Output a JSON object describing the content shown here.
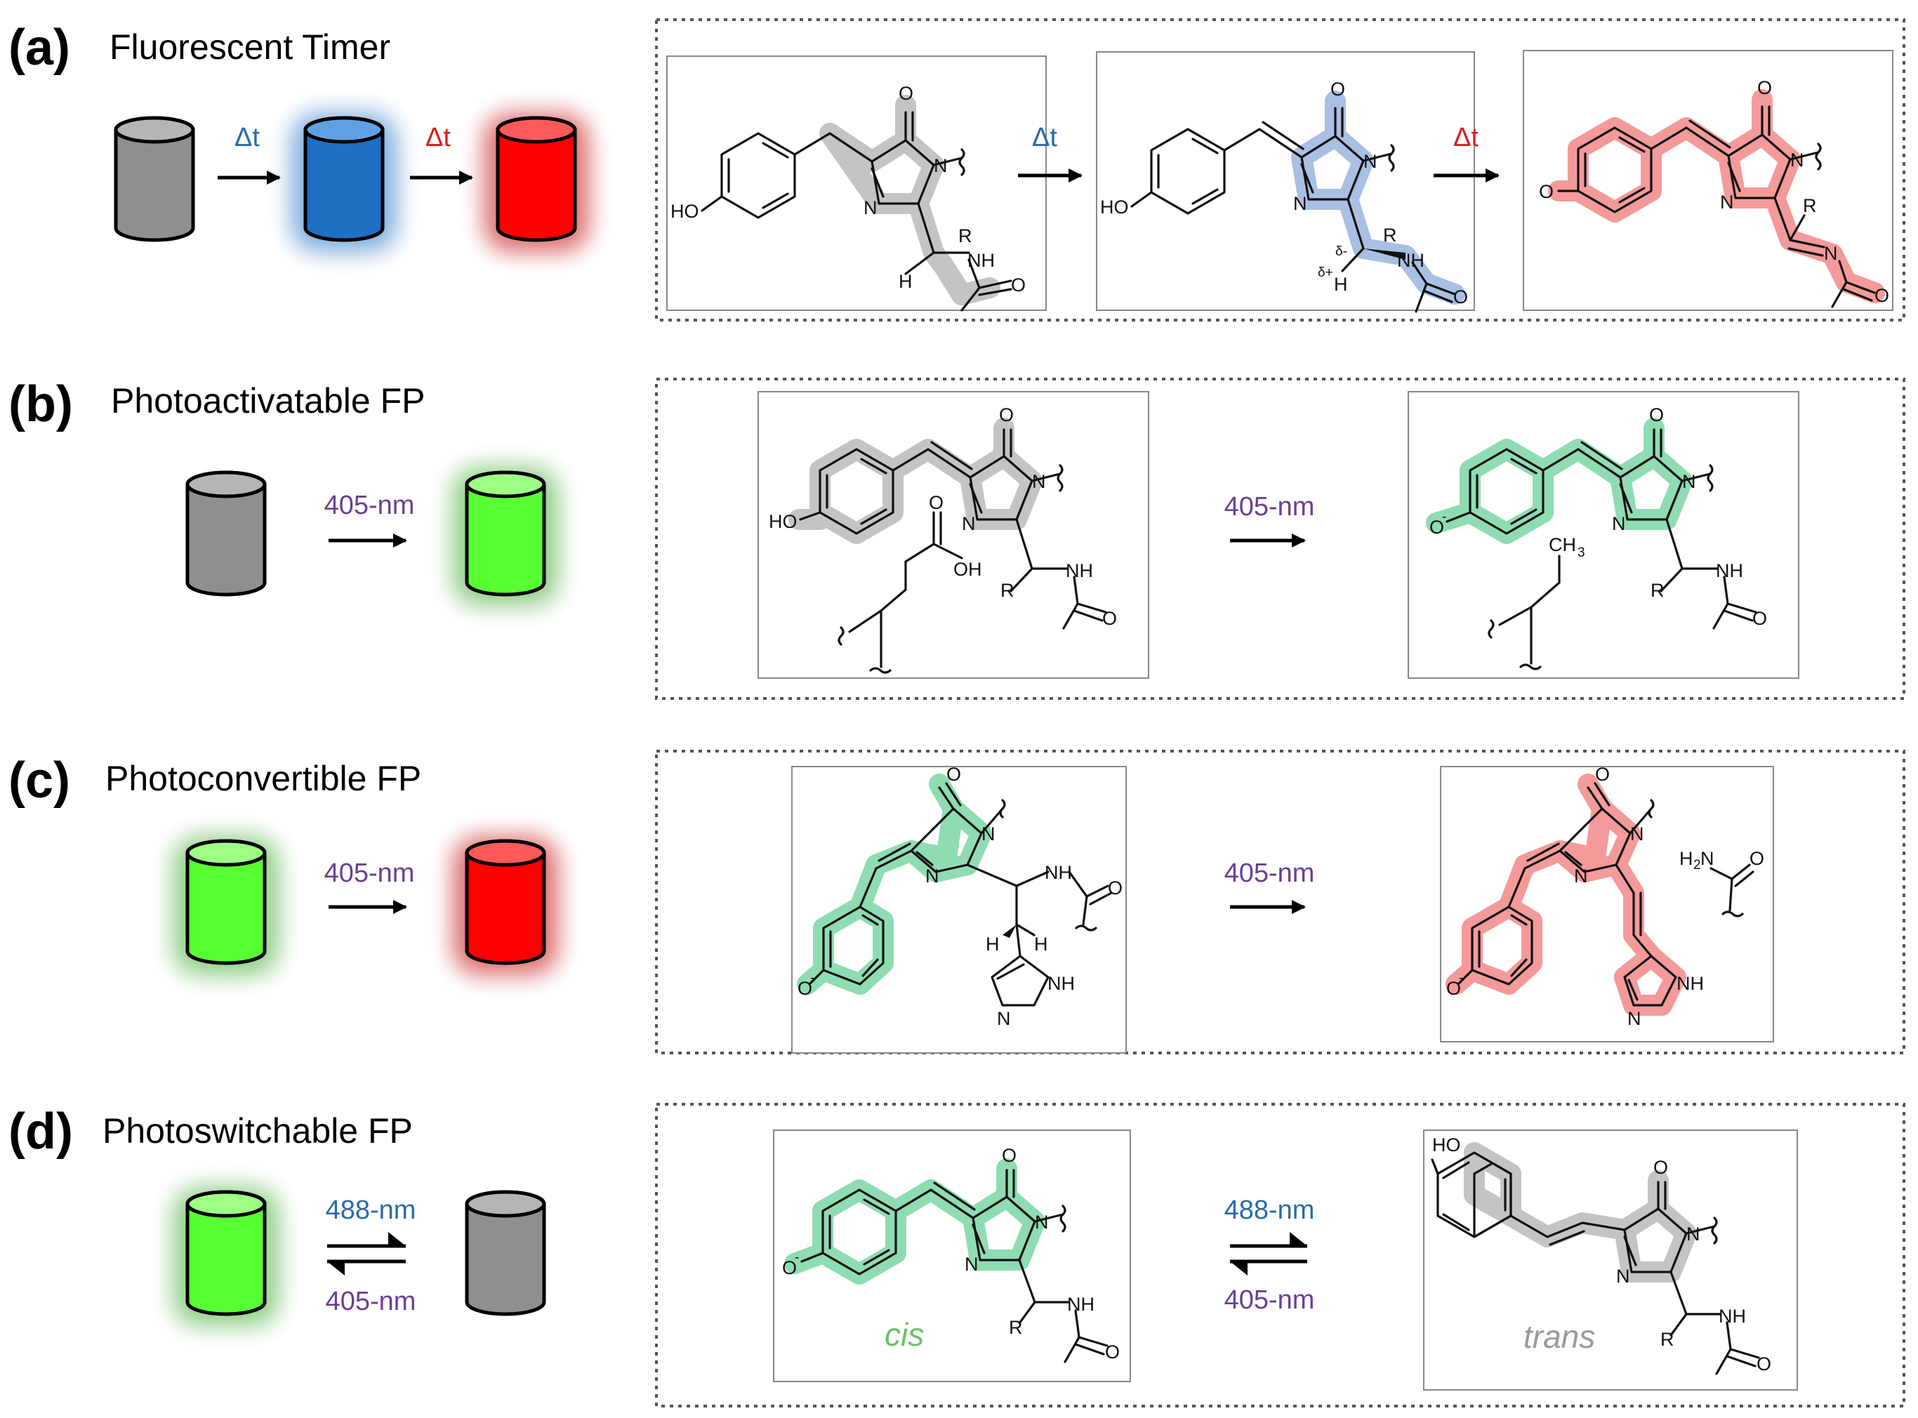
{
  "panels": {
    "a": {
      "letter": "(a)",
      "title": "Fluorescent Timer",
      "arrow1": "Δt",
      "arrow2": "Δt",
      "mol_arrow1": "Δt",
      "mol_arrow2": "Δt"
    },
    "b": {
      "letter": "(b)",
      "title": "Photoactivatable FP",
      "arrow": "405-nm",
      "mol_arrow": "405-nm"
    },
    "c": {
      "letter": "(c)",
      "title": "Photoconvertible FP",
      "arrow": "405-nm",
      "mol_arrow": "405-nm"
    },
    "d": {
      "letter": "(d)",
      "title": "Photoswitchable FP",
      "arrow_top": "488-nm",
      "arrow_bottom": "405-nm",
      "mol_arrow_top": "488-nm",
      "mol_arrow_bottom": "405-nm",
      "iso1": "cis",
      "iso2": "trans"
    }
  },
  "atoms": {
    "O": "O",
    "N": "N",
    "HO": "HO",
    "H": "H",
    "R": "R",
    "NH": "NH",
    "OH": "OH",
    "O_minus": "O",
    "minus": "-",
    "CH": "CH",
    "three": "3",
    "H2N_H": "H",
    "two": "2",
    "H2N_N": "N",
    "delta_minus": "δ-",
    "delta_plus": "δ+"
  },
  "colors": {
    "gray": "#8f8f8f",
    "blue": "#1f6fc2",
    "red": "#ff0000",
    "green": "#57ff33",
    "hl_gray": "#c4c4c4",
    "hl_blue": "#a9bfe3",
    "hl_red": "#f49a9a",
    "hl_green": "#8fdcb3",
    "label_blue": "#2b6aa8",
    "label_red": "#d42020",
    "label_purple": "#6a3f96",
    "cis": "#6fc06a",
    "trans": "#9a9a9a"
  }
}
